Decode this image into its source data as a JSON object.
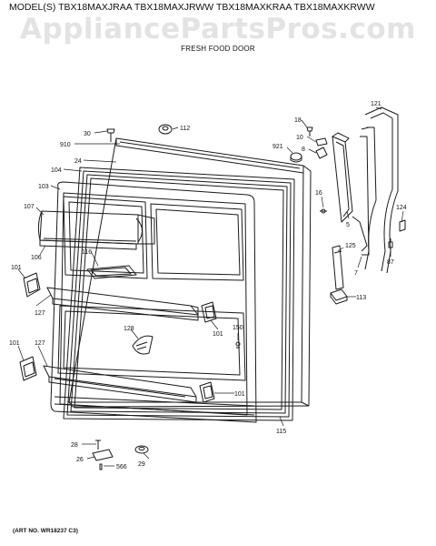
{
  "header": {
    "model_line": "MODEL(S) TBX18MAXJRAA  TBX18MAXJRWW  TBX18MAXKRAA  TBX18MAXKRWW",
    "watermark": "AppliancePartsPros.com",
    "subtitle": "FRESH FOOD DOOR"
  },
  "footer": {
    "art_no": "(ART NO. WR18237 C3)"
  },
  "parts": [
    {
      "id": "p30",
      "label": "30"
    },
    {
      "id": "p112",
      "label": "112"
    },
    {
      "id": "p910",
      "label": "910"
    },
    {
      "id": "p24",
      "label": "24"
    },
    {
      "id": "p104",
      "label": "104"
    },
    {
      "id": "p103",
      "label": "103"
    },
    {
      "id": "p107",
      "label": "107"
    },
    {
      "id": "p106",
      "label": "106"
    },
    {
      "id": "p116",
      "label": "116"
    },
    {
      "id": "p101a",
      "label": "101"
    },
    {
      "id": "p127a",
      "label": "127"
    },
    {
      "id": "p128",
      "label": "128"
    },
    {
      "id": "p101b",
      "label": "101"
    },
    {
      "id": "p101c",
      "label": "101"
    },
    {
      "id": "p127b",
      "label": "127"
    },
    {
      "id": "p101d",
      "label": "101"
    },
    {
      "id": "p150",
      "label": "150"
    },
    {
      "id": "p115",
      "label": "115"
    },
    {
      "id": "p18",
      "label": "18"
    },
    {
      "id": "p10",
      "label": "10"
    },
    {
      "id": "p921",
      "label": "921"
    },
    {
      "id": "p8",
      "label": "8"
    },
    {
      "id": "p121",
      "label": "121"
    },
    {
      "id": "p16",
      "label": "16"
    },
    {
      "id": "p5",
      "label": "5"
    },
    {
      "id": "p124",
      "label": "124"
    },
    {
      "id": "p125",
      "label": "125"
    },
    {
      "id": "p87",
      "label": "87"
    },
    {
      "id": "p7",
      "label": "7"
    },
    {
      "id": "p113",
      "label": "113"
    },
    {
      "id": "p28",
      "label": "28"
    },
    {
      "id": "p26",
      "label": "26"
    },
    {
      "id": "p566",
      "label": "566"
    },
    {
      "id": "p29",
      "label": "29"
    }
  ]
}
